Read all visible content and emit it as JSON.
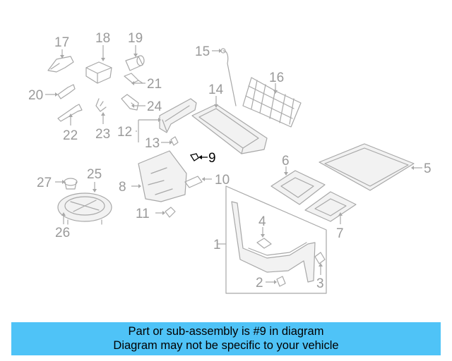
{
  "diagram": {
    "callouts": [
      "1",
      "2",
      "3",
      "4",
      "5",
      "6",
      "7",
      "8",
      "9",
      "10",
      "11",
      "12",
      "13",
      "14",
      "15",
      "16",
      "17",
      "18",
      "19",
      "20",
      "21",
      "22",
      "23",
      "24",
      "25",
      "26",
      "27"
    ],
    "highlighted_part": "9",
    "highlight_color": "#000000",
    "part_color": "#a8a8a8"
  },
  "banner": {
    "line1": "Part or sub-assembly is #9 in diagram",
    "line2": "Diagram may not be specific to your vehicle",
    "background": "#4fc3f7"
  }
}
